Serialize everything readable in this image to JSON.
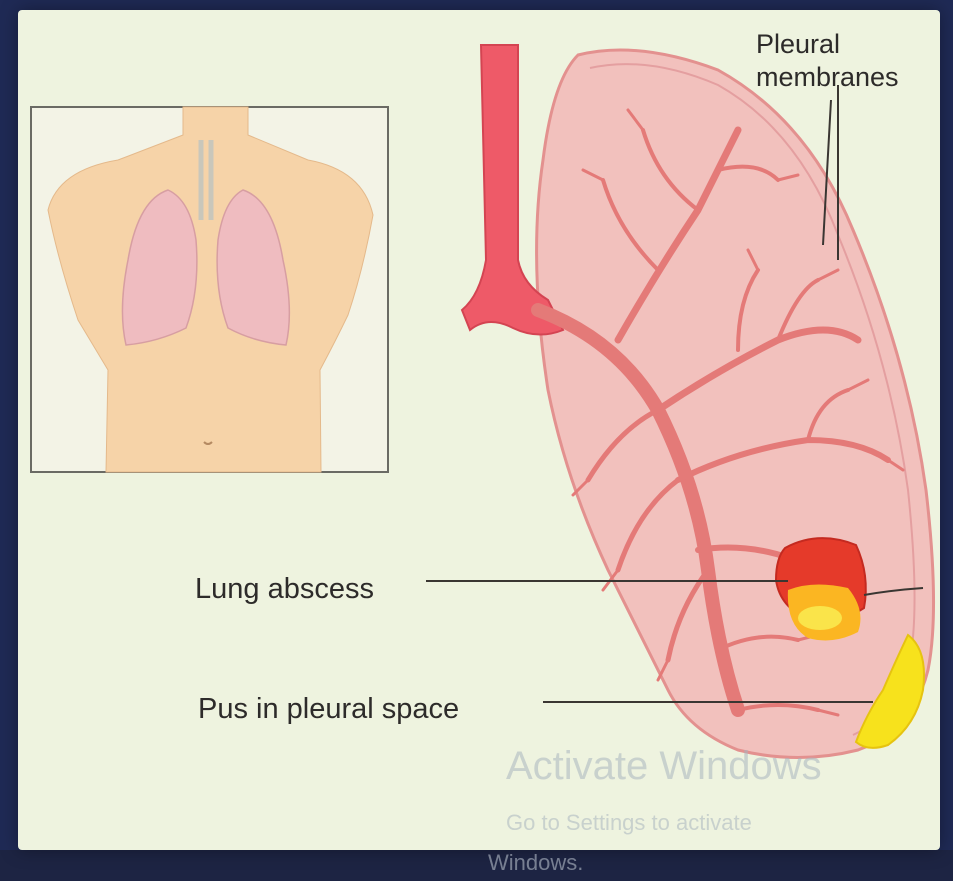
{
  "labels": {
    "pleural_line1": "Pleural",
    "pleural_line2": "membranes",
    "abscess": "Lung abscess",
    "pus": "Pus in pleural space"
  },
  "watermark": {
    "title": "Activate Windows",
    "subtitle": "Go to Settings to activate",
    "subtitle2": "Windows."
  },
  "colors": {
    "slide_background": "#eef3df",
    "screen_frame": "#1f2a55",
    "skin": "#f6d3a8",
    "lung_tissue": "#f2c1bd",
    "airway": "#ee5a68",
    "abscess": "#e53a2a",
    "pus": "#f7e21c",
    "label_text": "#2d2b2a"
  }
}
